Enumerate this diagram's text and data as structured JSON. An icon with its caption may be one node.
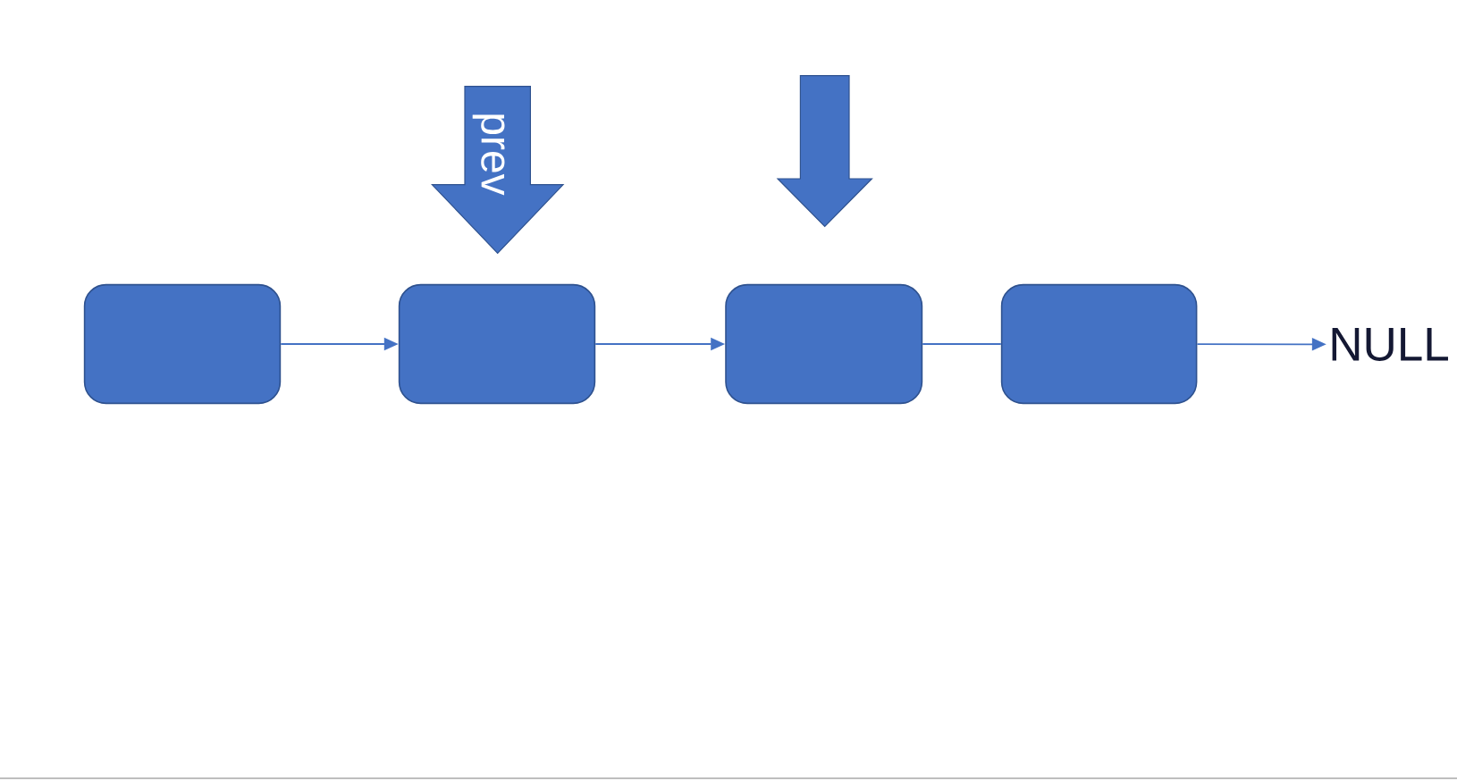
{
  "diagram": {
    "nodes": [
      {
        "text": [
          "prev"
        ]
      },
      {
        "text": [],
        "shape": "arrow"
      },
      {
        "text": [],
        "shape": "box"
      },
      {
        "text": [],
        "shape": "box"
      },
      {
        "text": [],
        "shape": "box"
      },
      {
        "text": [],
        "shape": "box"
      },
      {
        "text": [
          "NULL"
        ]
      }
    ],
    "edges": [
      {
        "from": 2,
        "to": 3,
        "arrow": "to"
      },
      {
        "from": 3,
        "to": 4,
        "arrow": "to"
      },
      {
        "from": 4,
        "to": 5,
        "arrow": "none"
      },
      {
        "from": 5,
        "to": 6,
        "arrow": "to"
      }
    ]
  }
}
